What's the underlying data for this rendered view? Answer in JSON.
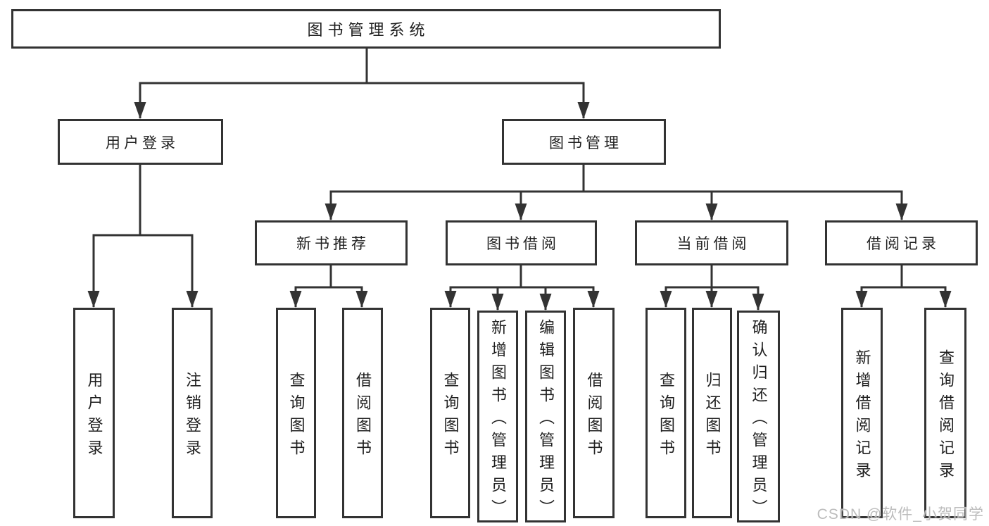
{
  "colors": {
    "line": "#333333",
    "box_border": "#333333",
    "box_fill": "#ffffff",
    "text": "#202020",
    "watermark": "#b8b8b8",
    "background": "#ffffff"
  },
  "tree": {
    "label": "图书管理系统",
    "children": [
      {
        "label": "用户登录",
        "children": [
          {
            "label": "用户登录"
          },
          {
            "label": "注销登录"
          }
        ]
      },
      {
        "label": "图书管理",
        "children": [
          {
            "label": "新书推荐",
            "children": [
              {
                "label": "查询图书"
              },
              {
                "label": "借阅图书"
              }
            ]
          },
          {
            "label": "图书借阅",
            "children": [
              {
                "label": "查询图书"
              },
              {
                "label": "新增图书（管理员）"
              },
              {
                "label": "编辑图书（管理员）"
              },
              {
                "label": "借阅图书"
              }
            ]
          },
          {
            "label": "当前借阅",
            "children": [
              {
                "label": "查询图书"
              },
              {
                "label": "归还图书"
              },
              {
                "label": "确认归还（管理员）"
              }
            ]
          },
          {
            "label": "借阅记录",
            "children": [
              {
                "label": "新增借阅记录"
              },
              {
                "label": "查询借阅记录"
              }
            ]
          }
        ]
      }
    ]
  },
  "watermark": {
    "text": "CSDN @软件_小贺同学"
  }
}
